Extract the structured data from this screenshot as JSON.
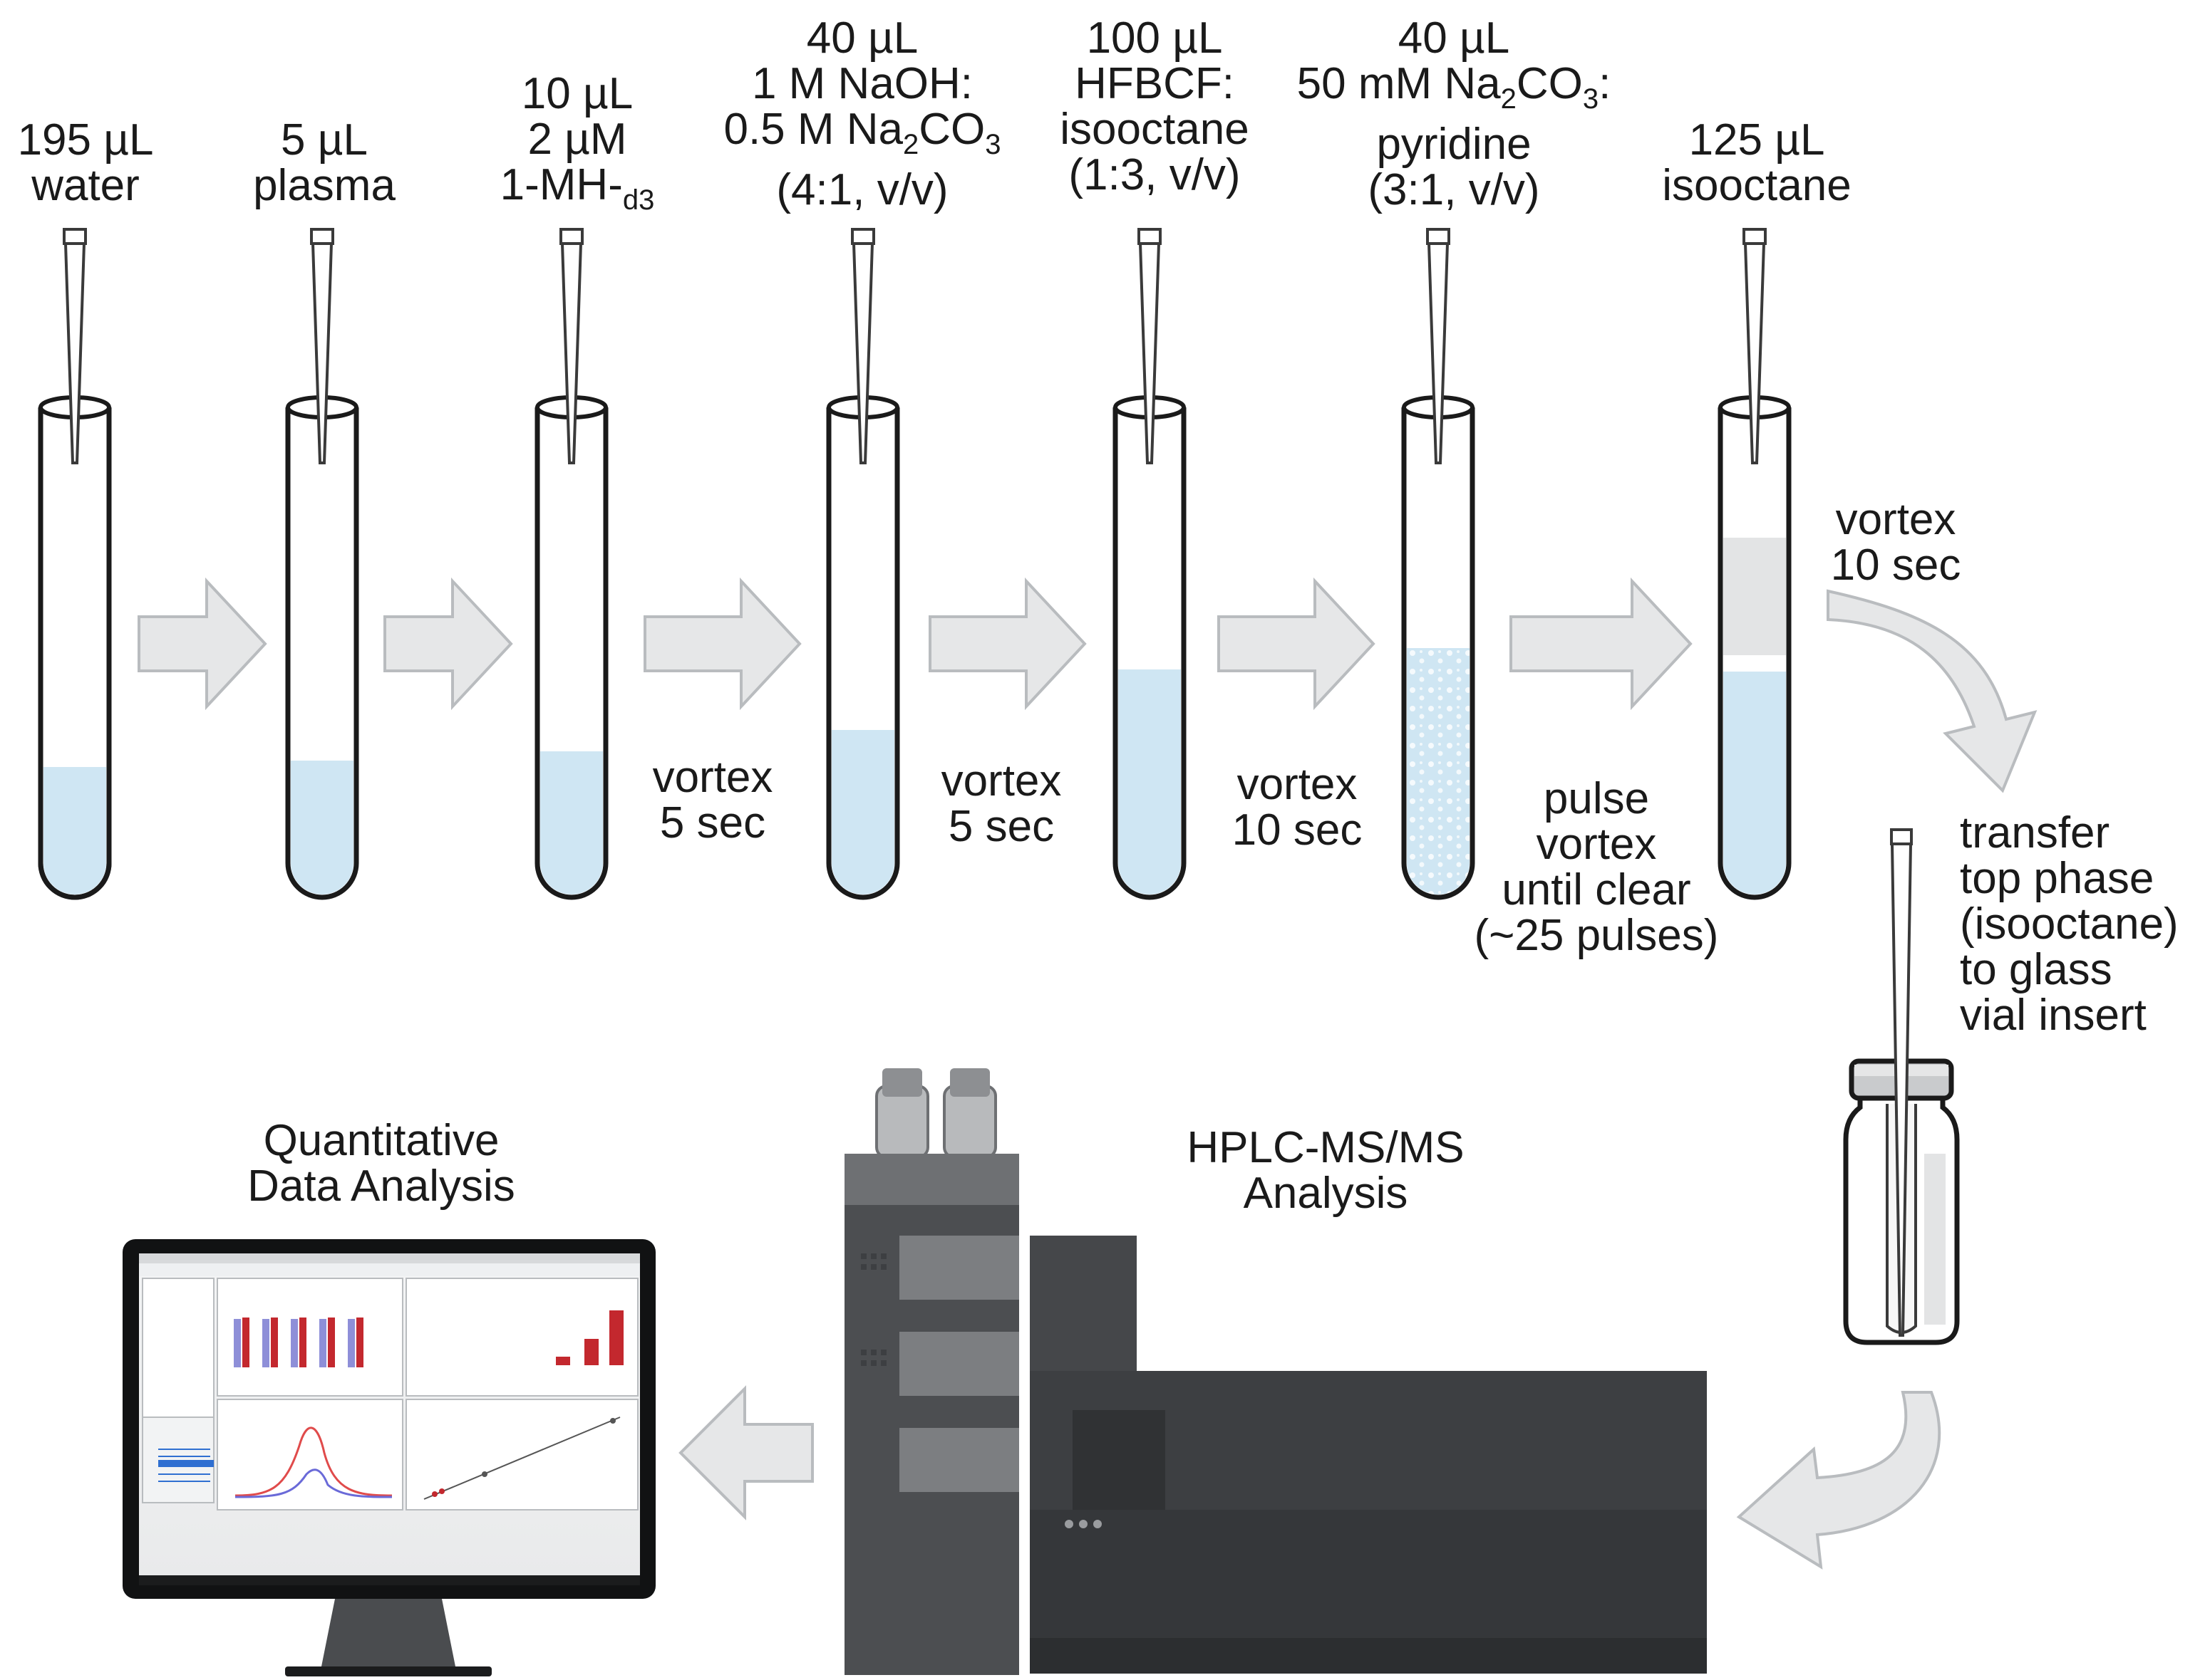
{
  "tubes": [
    {
      "lines": [
        "195 µL",
        "water"
      ]
    },
    {
      "lines": [
        "5 µL",
        "plasma"
      ]
    },
    {
      "lines": [
        "10 µL",
        "2 µM",
        "1-MH-d3"
      ]
    },
    {
      "lines": [
        "40 µL",
        "1 M NaOH:",
        "0.5 M Na2CO3",
        "(4:1, v/v)"
      ]
    },
    {
      "lines": [
        "100 µL",
        "HFBCF:",
        "isooctane",
        "(1:3, v/v)"
      ]
    },
    {
      "lines": [
        "40 µL",
        "50 mM Na2CO3:",
        "pyridine",
        "(3:1, v/v)"
      ]
    },
    {
      "lines": [
        "125 µL",
        "isooctane"
      ]
    }
  ],
  "steps": [
    {
      "lines": [
        "vortex",
        "5 sec"
      ]
    },
    {
      "lines": [
        "vortex",
        "5 sec"
      ]
    },
    {
      "lines": [
        "vortex",
        "10 sec"
      ]
    },
    {
      "lines": [
        "pulse",
        "vortex",
        "until clear",
        "(~25 pulses)"
      ]
    },
    {
      "lines": [
        "vortex",
        "10 sec"
      ]
    },
    {
      "lines": [
        "transfer",
        "top phase",
        "(isooctane)",
        "to glass",
        "vial insert"
      ]
    }
  ],
  "hplc": {
    "lines": [
      "HPLC-MS/MS",
      "Analysis"
    ]
  },
  "analysis": {
    "lines": [
      "Quantitative",
      "Data Analysis"
    ]
  },
  "colors": {
    "liquid": "#cfe6f3",
    "arrow_fill": "#e6e7e8",
    "arrow_stroke": "#b9bcbf",
    "instrument_dark": "#3d3f42",
    "instrument_mid": "#6e7073"
  }
}
